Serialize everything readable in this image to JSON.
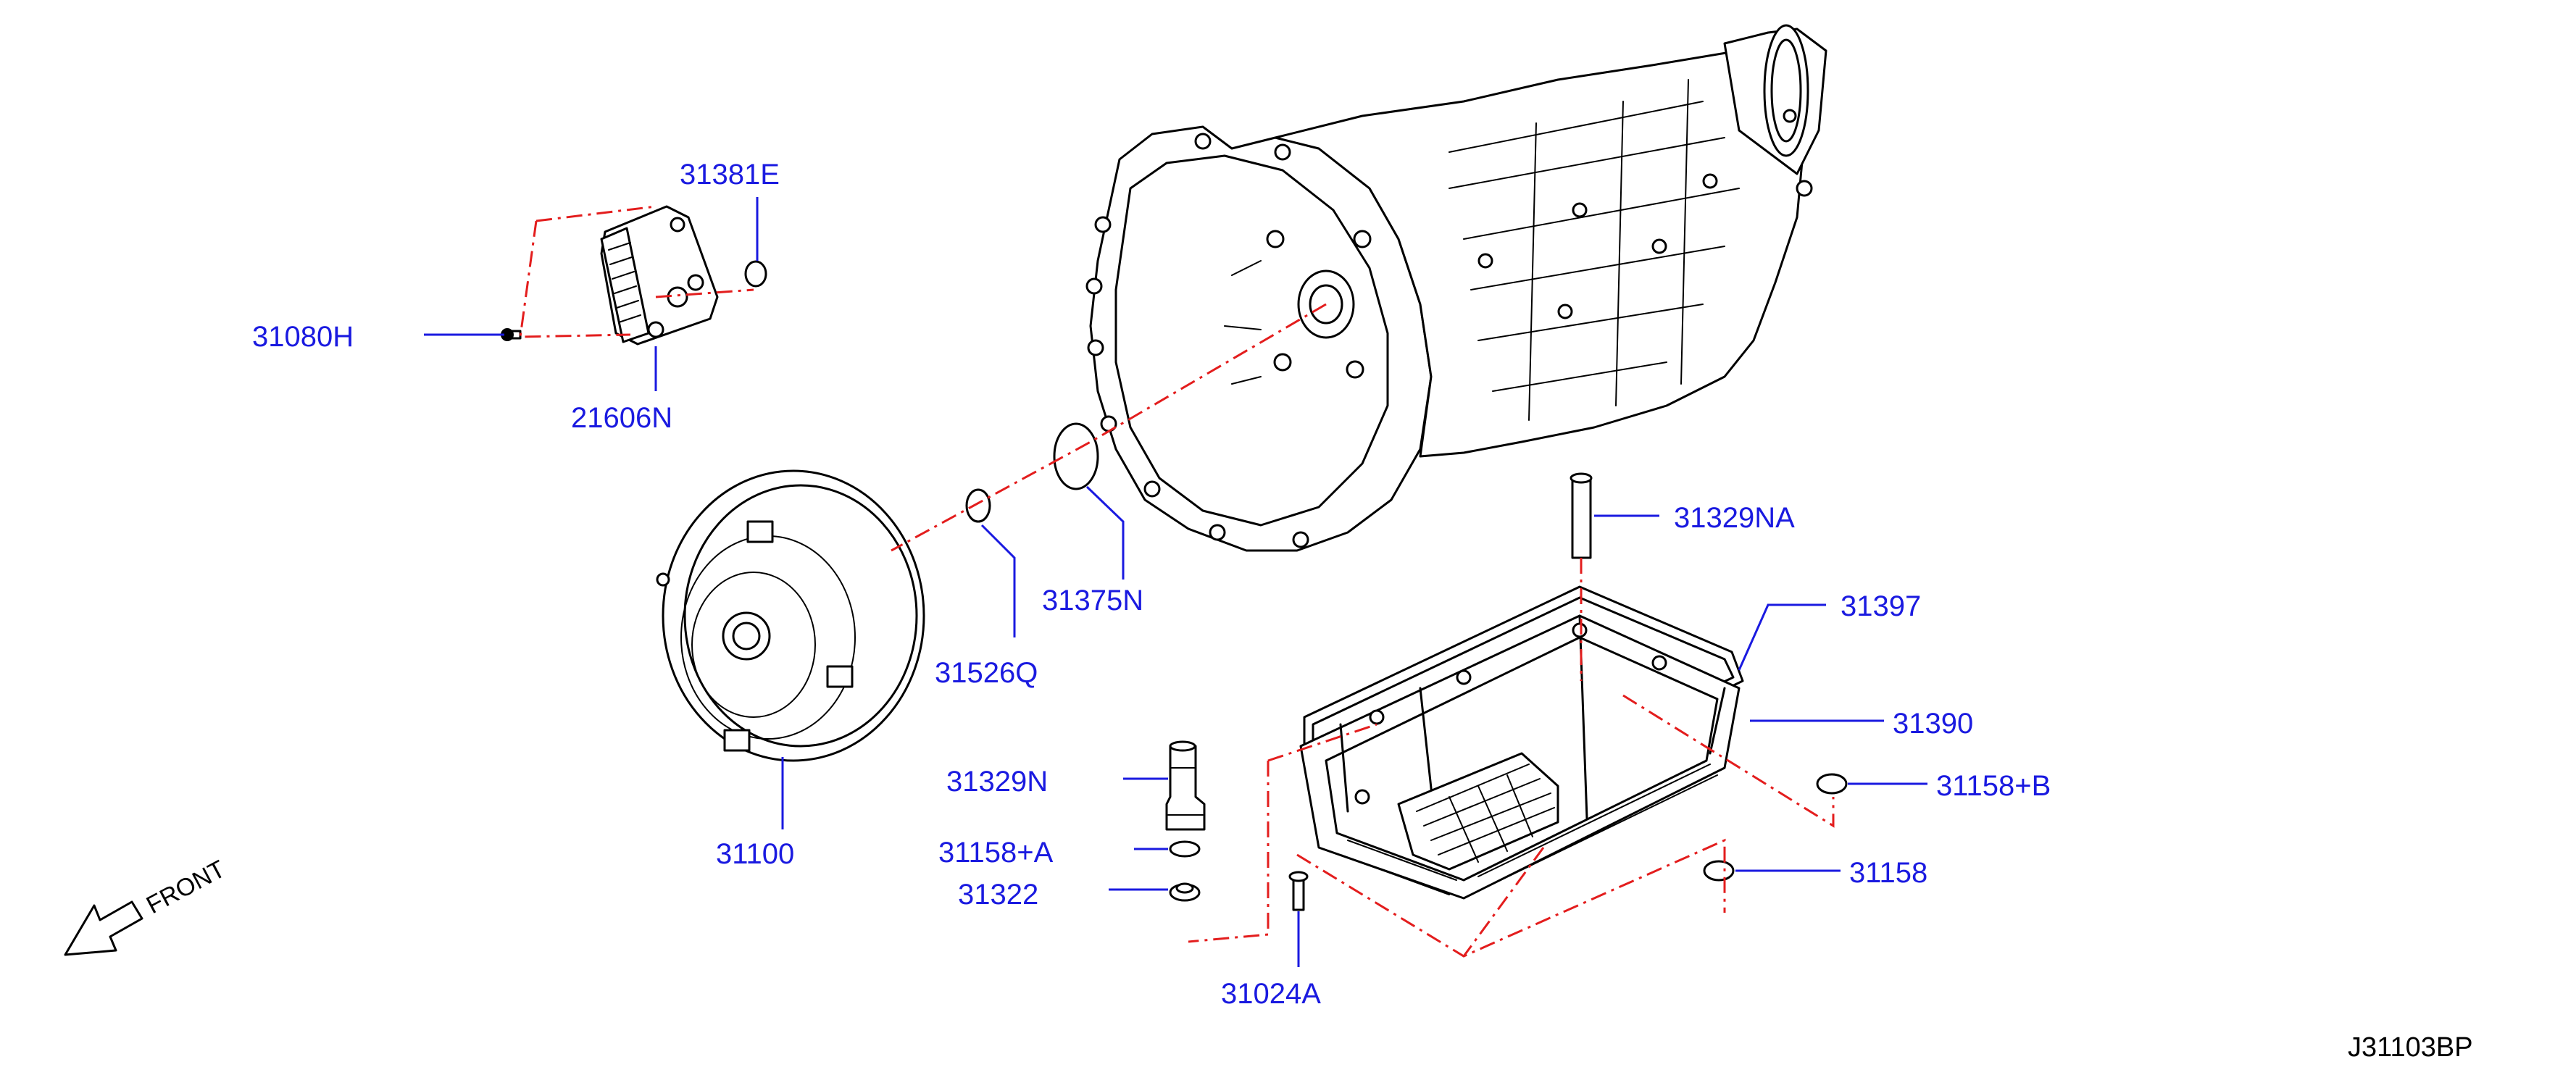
{
  "parts": {
    "p31381E": "31381E",
    "p31080H": "31080H",
    "p21606N": "21606N",
    "p31375N": "31375N",
    "p31526Q": "31526Q",
    "p31100": "31100",
    "p31329NA": "31329NA",
    "p31397": "31397",
    "p31390": "31390",
    "p31158B": "31158+B",
    "p31329N": "31329N",
    "p31158A": "31158+A",
    "p31322": "31322",
    "p31158": "31158",
    "p31024A": "31024A"
  },
  "front_label": "FRONT",
  "ref_code": "J31103BP",
  "colors": {
    "label": "#1a1ae0",
    "alignment_line": "#e31d1d",
    "ink": "#000000"
  }
}
